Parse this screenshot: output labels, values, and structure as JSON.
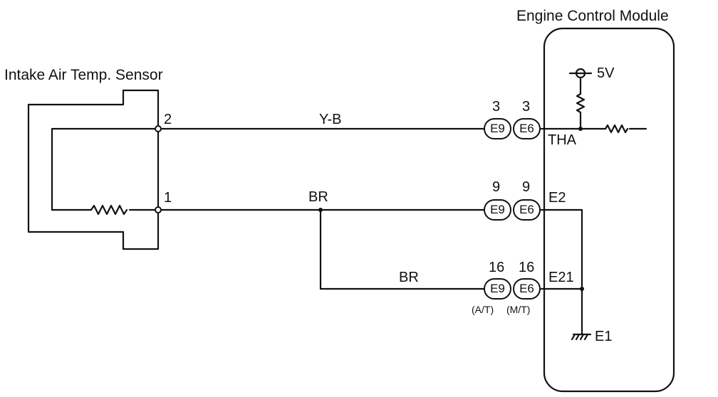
{
  "titles": {
    "ecm": "Engine Control Module",
    "sensor": "Intake Air Temp. Sensor"
  },
  "sensor_pins": {
    "pin2": "2",
    "pin1": "1"
  },
  "wires": {
    "yb": "Y-B",
    "br1": "BR",
    "br2": "BR"
  },
  "connectors": {
    "row1": {
      "left_pin": "3",
      "right_pin": "3",
      "left": "E9",
      "right": "E6"
    },
    "row2": {
      "left_pin": "9",
      "right_pin": "9",
      "left": "E9",
      "right": "E6"
    },
    "row3": {
      "left_pin": "16",
      "right_pin": "16",
      "left": "E9",
      "right": "E6"
    },
    "notes": {
      "at": "(A/T)",
      "mt": "(M/T)"
    }
  },
  "ecm_terminals": {
    "tha": "THA",
    "e2": "E2",
    "e21": "E21",
    "e1": "E1",
    "v5": "5V"
  }
}
